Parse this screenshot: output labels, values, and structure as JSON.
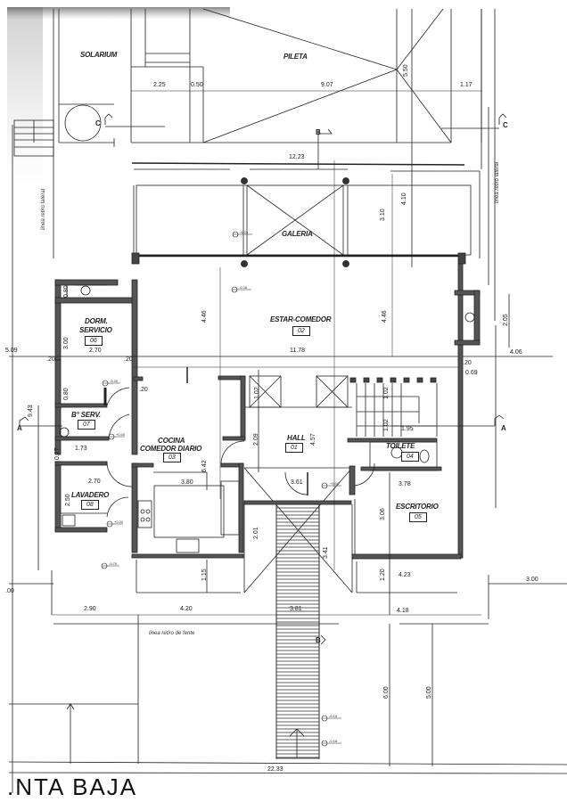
{
  "title": ".NTA  BAJA",
  "rooms": {
    "solarium": {
      "name": "SOLARIUM"
    },
    "pileta": {
      "name": "PILETA"
    },
    "galeria": {
      "name": "GALERIA"
    },
    "estar": {
      "name": "ESTAR-COMEDOR",
      "number": "02"
    },
    "dorm": {
      "name1": "DORM.",
      "name2": "SERVICIO",
      "number": "06"
    },
    "bano": {
      "name": "B° SERV.",
      "number": "07"
    },
    "cocina": {
      "name1": "COCINA",
      "name2": "COMEDOR DIARIO",
      "number": "03"
    },
    "hall": {
      "name": "HALL",
      "number": "01"
    },
    "toilete": {
      "name": "TOILETE",
      "number": "04"
    },
    "lavadero": {
      "name": "LAVADERO",
      "number": "08"
    },
    "escritorio": {
      "name": "ESCRITORIO",
      "number": "05"
    }
  },
  "notes": {
    "retiro_lateral_left": "linea retiro lateral",
    "retiro_lateral_right": "linea retiro lateral",
    "retiro_frente": "linea retiro de fente"
  },
  "sections": {
    "a_left": "A",
    "a_right": "A",
    "b_top": "B",
    "b_bottom": "B",
    "c_left": "C",
    "c_right": "C"
  },
  "dimensions": {
    "d_225": "2.25",
    "d_050": "0.50",
    "d_907": "9.07",
    "d_117": "1.17",
    "d_550": "5.50",
    "d_1223": "12.23",
    "d_310": "3.10",
    "d_410": "4.10",
    "d_446a": "4.46",
    "d_446b": "4.46",
    "d_205": "2.05",
    "d_509": "5.09",
    "d_270a": "2.70",
    "d_300": "3.00",
    "d_1178": "11.78",
    "d_406": "4.06",
    "d_069": "0.69",
    "d_020a": ".20",
    "d_020b": ".20",
    "d_020c": ".20",
    "d_020d": ".20",
    "d_080a": "0.80",
    "d_080b": "0.80",
    "d_943": "9.43",
    "d_173": "1.73",
    "d_027": "0.27",
    "d_270b": "2.70",
    "d_250": "2.50",
    "d_380": "3.80",
    "d_642": "6.42",
    "d_102a": "1.02",
    "d_102b": "1.02",
    "d_102c": "1.02",
    "d_209": "2.09",
    "d_457": "4.57",
    "d_195": "1.95",
    "d_361": "3.61",
    "d_378": "3.78",
    "d_306": "3.06",
    "d_201": "2.01",
    "d_341": "3.41",
    "d_115": "1.15",
    "d_120": "1.20",
    "d_423": "4.23",
    "d_300b": "3.00",
    "d_290": "2.90",
    "d_420": "4.20",
    "d_381": "3.81",
    "d_418": "4.18",
    "d_600": "6.00",
    "d_500": "5.00",
    "d_2233": "22.33",
    "d_100": ".00"
  },
  "levels": {
    "l1": "-0.23",
    "l2": "-0.38",
    "l3": "+0.00",
    "l4": "-0.30",
    "l5": "+0.00",
    "l6": "-0.78",
    "l7": "-0.18",
    "l8": "-0.18",
    "l9": "+0.00"
  }
}
